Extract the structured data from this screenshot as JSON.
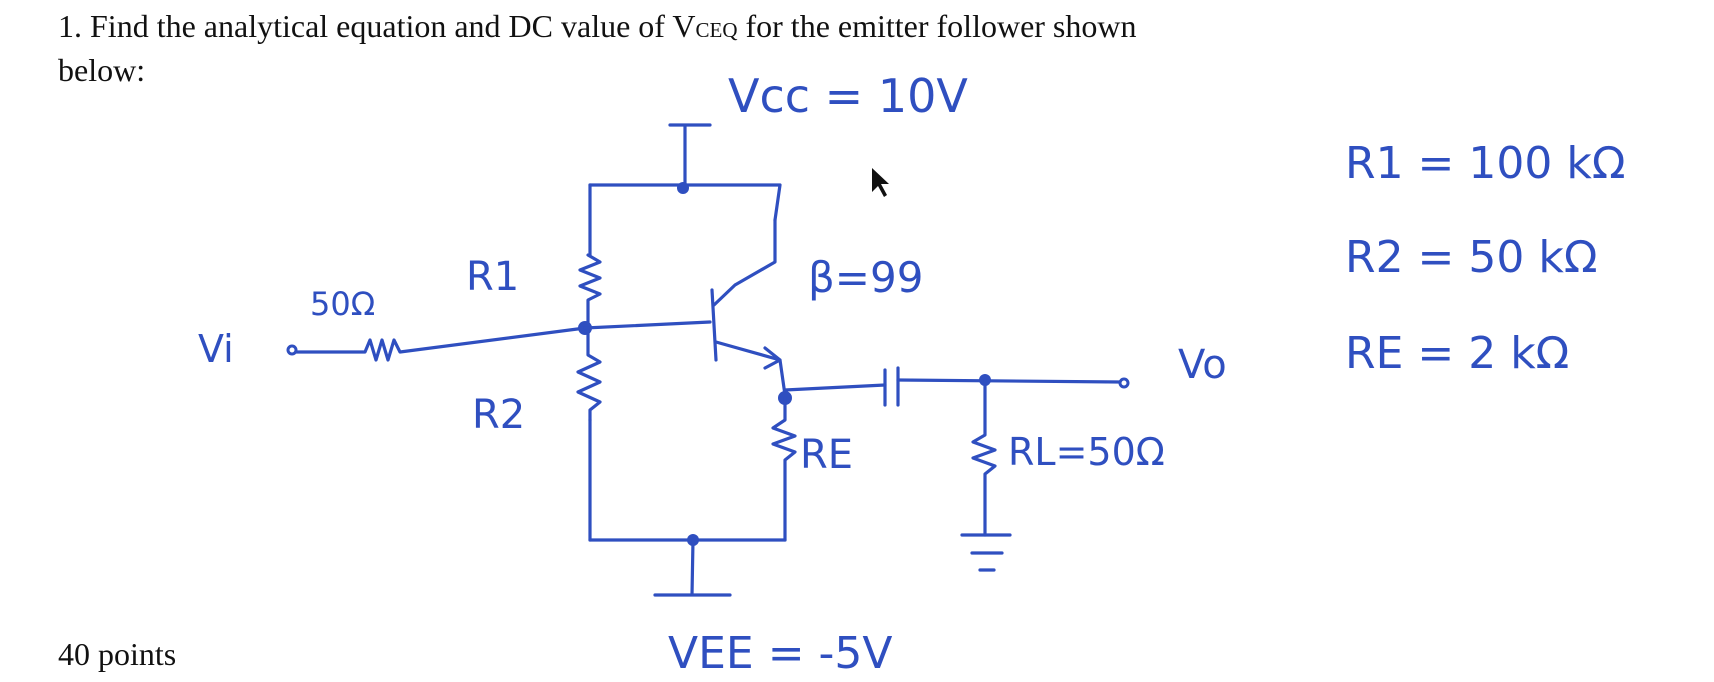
{
  "question": {
    "line1_prefix": "1. Find the analytical equation and DC value of V",
    "line1_sub": "CEQ",
    "line1_suffix": " for the emitter follower shown",
    "line2": "below:"
  },
  "points": "40 points",
  "colors": {
    "ink": "#2f4fc0",
    "text": "#111111",
    "background": "#ffffff"
  },
  "circuit": {
    "vcc": "Vcc = 10V",
    "vee": "VEE = -5V",
    "beta": "β=99",
    "vi": "Vi",
    "vo": "Vo",
    "rs": "50Ω",
    "r1": "R1",
    "r2": "R2",
    "re": "RE",
    "rl": "RL=50Ω"
  },
  "values": {
    "r1": "R1 = 100 kΩ",
    "r2": "R2 = 50 kΩ",
    "re": "RE = 2 kΩ"
  }
}
